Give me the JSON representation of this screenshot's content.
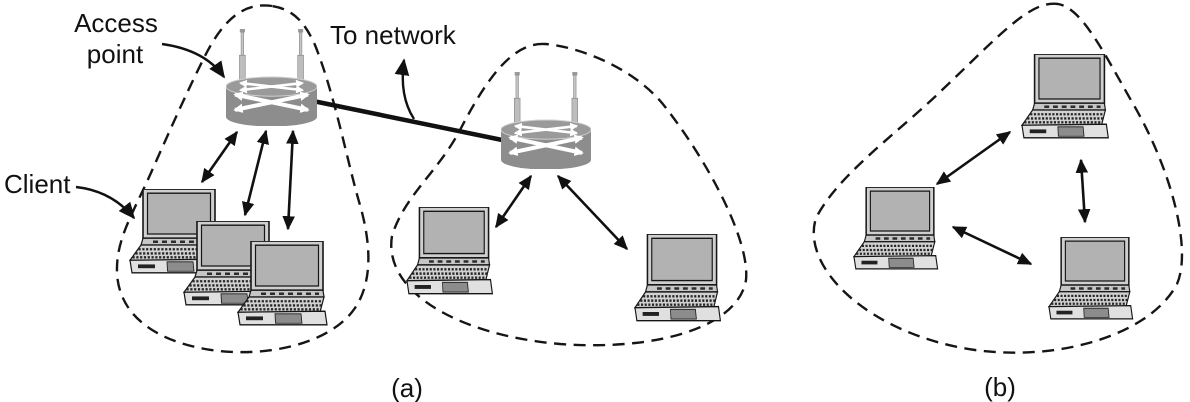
{
  "diagram": {
    "labels": {
      "access_point_line1": "Access",
      "access_point_line2": "point",
      "to_network": "To network",
      "client": "Client"
    },
    "captions": {
      "panel_a": "(a)",
      "panel_b": "(b)"
    },
    "colors": {
      "background": "#ffffff",
      "line": "#111111",
      "access_point_body": "#8d8d8d",
      "access_point_top": "#9a9a9a",
      "laptop_screen": "#b2b2b2",
      "laptop_body": "#d2d2d2"
    },
    "icons": {
      "access_point": "access-point-icon",
      "client": "laptop-icon"
    },
    "structure": {
      "panel_a": {
        "cells": [
          {
            "access_points": 1,
            "clients": 3,
            "wireless_links": 3
          },
          {
            "access_points": 1,
            "clients": 2,
            "wireless_links": 2
          }
        ],
        "wired_links_between_access_points": 1
      },
      "panel_b": {
        "cells": [
          {
            "access_points": 0,
            "clients": 3,
            "wireless_links": 3
          }
        ]
      }
    }
  }
}
